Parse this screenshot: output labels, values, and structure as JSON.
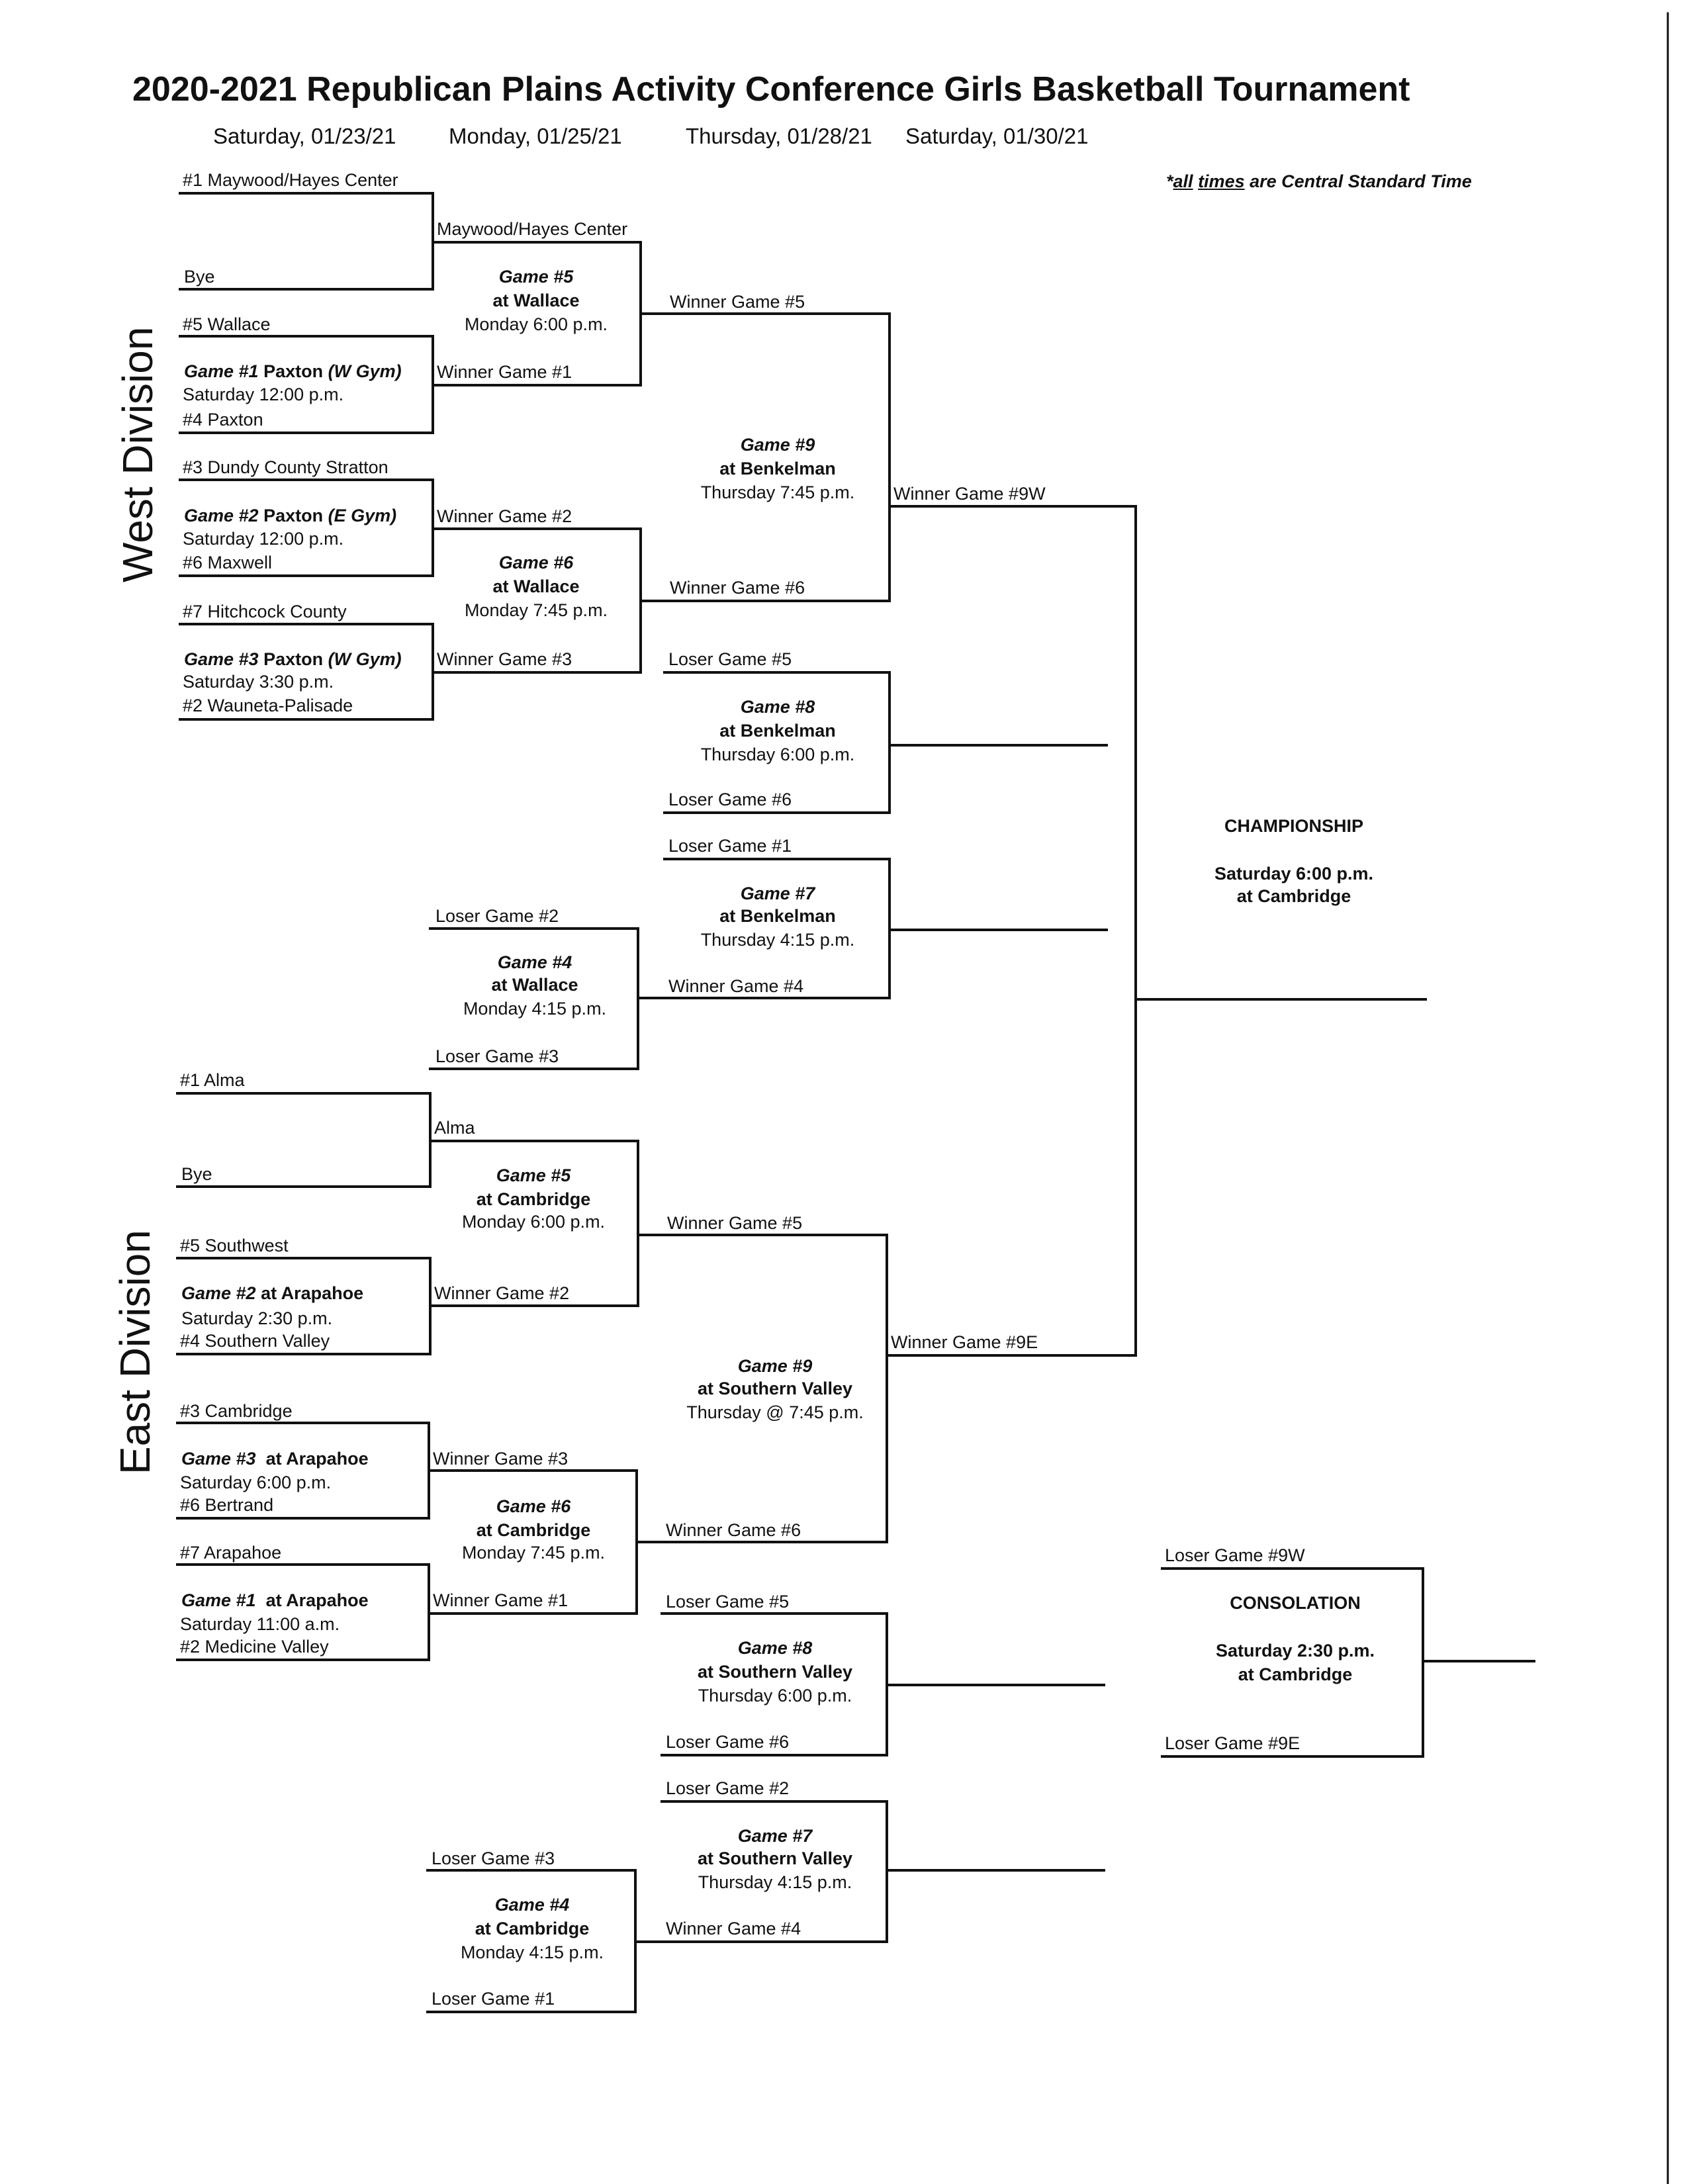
{
  "header": {
    "title": "2020-2021 Republican Plains Activity Conference Girls Basketball Tournament",
    "dates": [
      "Saturday, 01/23/21",
      "Monday, 01/25/21",
      "Thursday, 01/28/21",
      "Saturday, 01/30/21"
    ],
    "note_prefix": "*",
    "note_all": "all",
    "note_times": "times",
    "note_rest": "are Central Standard Time"
  },
  "divisions": {
    "west": "West Division",
    "east": "East Division"
  },
  "west": {
    "r1": {
      "seed1": "#1 Maywood/Hayes Center",
      "bye": "Bye",
      "seed5": "#5  Wallace",
      "g1_name": "Game #1",
      "g1_loc": "Paxton",
      "g1_gym": "(W Gym)",
      "g1_time": "Saturday  12:00 p.m.",
      "seed4": "#4 Paxton",
      "seed3": "#3 Dundy County Stratton",
      "g2_name": "Game #2",
      "g2_loc": "Paxton",
      "g2_gym": "(E Gym)",
      "g2_time": "Saturday  12:00 p.m.",
      "seed6": "#6 Maxwell",
      "seed7": "#7 Hitchcock County",
      "g3_name": "Game #3",
      "g3_loc": "Paxton",
      "g3_gym": "(W Gym)",
      "g3_time": "Saturday  3:30 p.m.",
      "seed2": "#2 Wauneta-Palisade"
    },
    "r2": {
      "g5_top": "Maywood/Hayes Center",
      "g5_name": "Game #5",
      "g5_loc": "at Wallace",
      "g5_time": "Monday  6:00 p.m.",
      "g5_bottom": "Winner Game #1",
      "g6_top": "Winner Game #2",
      "g6_name": "Game #6",
      "g6_loc": "at Wallace",
      "g6_time": "Monday  7:45 p.m.",
      "g6_bottom": "Winner Game #3",
      "g4_top": "Loser Game #2",
      "g4_name": "Game #4",
      "g4_loc": "at Wallace",
      "g4_time": "Monday  4:15 p.m.",
      "g4_bottom": "Loser Game #3"
    },
    "r3": {
      "g9_top": "Winner Game #5",
      "g9_name": "Game #9",
      "g9_loc": "at Benkelman",
      "g9_time": "Thursday  7:45 p.m.",
      "g9_bottom": "Winner Game #6",
      "g8_top": "Loser Game #5",
      "g8_name": "Game #8",
      "g8_loc": "at Benkelman",
      "g8_time": "Thursday  6:00 p.m.",
      "g8_bottom": "Loser Game #6",
      "g7_top": "Loser Game #1",
      "g7_name": "Game #7",
      "g7_loc": "at Benkelman",
      "g7_time": "Thursday  4:15 p.m.",
      "g7_bottom": "Winner Game #4"
    },
    "winner": "Winner Game #9W"
  },
  "east": {
    "r1": {
      "seed1": "#1 Alma",
      "bye": "Bye",
      "seed5": "#5 Southwest",
      "g2_name": "Game #2",
      "g2_loc": "at Arapahoe",
      "g2_time": "Saturday  2:30 p.m.",
      "seed4": "#4 Southern Valley",
      "seed3": "#3 Cambridge",
      "g3_name": "Game #3",
      "g3_loc": "at Arapahoe",
      "g3_time": "Saturday 6:00 p.m.",
      "seed6": "#6 Bertrand",
      "seed7": "#7 Arapahoe",
      "g1_name": "Game #1",
      "g1_loc": "at Arapahoe",
      "g1_time": "Saturday  11:00 a.m.",
      "seed2": "#2 Medicine Valley"
    },
    "r2": {
      "g5_top": "Alma",
      "g5_name": "Game #5",
      "g5_loc": "at Cambridge",
      "g5_time": "Monday  6:00 p.m.",
      "g5_bottom": "Winner Game #2",
      "g6_top": "Winner Game #3",
      "g6_name": "Game #6",
      "g6_loc": "at Cambridge",
      "g6_time": "Monday  7:45 p.m.",
      "g6_bottom": "Winner Game #1",
      "g4_top": "Loser Game #3",
      "g4_name": "Game #4",
      "g4_loc": "at Cambridge",
      "g4_time": "Monday  4:15 p.m.",
      "g4_bottom": "Loser Game #1"
    },
    "r3": {
      "g9_top": "Winner Game #5",
      "g9_name": "Game #9",
      "g9_loc": "at Southern Valley",
      "g9_time": "Thursday @ 7:45 p.m.",
      "g9_bottom": "Winner Game #6",
      "g8_top": "Loser Game #5",
      "g8_name": "Game #8",
      "g8_loc": "at Southern Valley",
      "g8_time": "Thursday  6:00 p.m.",
      "g8_bottom": "Loser Game #6",
      "g7_top": "Loser Game #2",
      "g7_name": "Game #7",
      "g7_loc": "at Southern Valley",
      "g7_time": "Thursday  4:15 p.m.",
      "g7_bottom": "Winner Game #4"
    },
    "winner": "Winner Game #9E"
  },
  "championship": {
    "title": "CHAMPIONSHIP",
    "time": "Saturday  6:00 p.m.",
    "loc": "at Cambridge"
  },
  "consolation": {
    "top": "Loser Game #9W",
    "title": "CONSOLATION",
    "time": "Saturday  2:30 p.m.",
    "loc": "at Cambridge",
    "bottom": "Loser Game #9E"
  }
}
